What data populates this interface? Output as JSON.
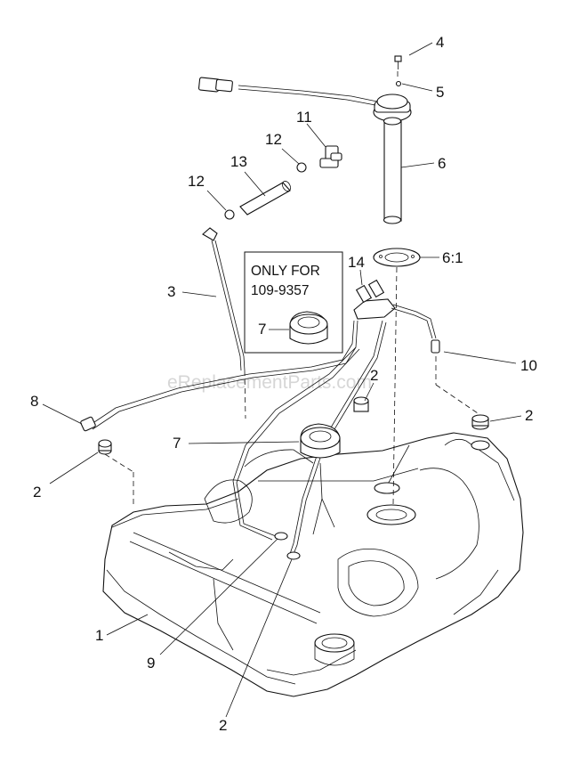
{
  "watermark": "eReplacementParts.com",
  "note_box": {
    "line1": "ONLY FOR",
    "line2": "109-9357",
    "item": "7"
  },
  "callouts": {
    "c4": "4",
    "c5": "5",
    "c6": "6",
    "c6_1": "6:1",
    "c11": "11",
    "c12a": "12",
    "c12b": "12",
    "c13": "13",
    "c14": "14",
    "c3": "3",
    "c7": "7",
    "c10": "10",
    "c2a": "2",
    "c2b": "2",
    "c2c": "2",
    "c2d": "2",
    "c8": "8",
    "c1": "1",
    "c9": "9"
  }
}
